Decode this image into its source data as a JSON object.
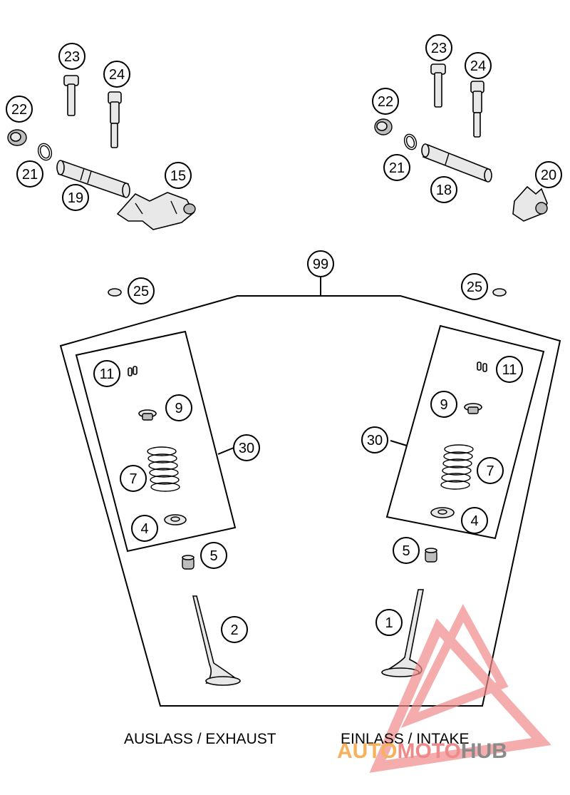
{
  "callouts": {
    "c23a": "23",
    "c24a": "24",
    "c22a": "22",
    "c21a": "21",
    "c19": "19",
    "c15": "15",
    "c23b": "23",
    "c24b": "24",
    "c22b": "22",
    "c21b": "21",
    "c18": "18",
    "c20": "20",
    "c99": "99",
    "c25a": "25",
    "c25b": "25",
    "c11a": "11",
    "c9a": "9",
    "c30a": "30",
    "c7a": "7",
    "c4a": "4",
    "c5a": "5",
    "c2": "2",
    "c11b": "11",
    "c9b": "9",
    "c30b": "30",
    "c7b": "7",
    "c4b": "4",
    "c5b": "5",
    "c1": "1"
  },
  "captions": {
    "exhaust": "AUSLASS / EXHAUST",
    "intake": "EINLASS / INTAKE"
  },
  "watermark": {
    "part1": "AUTO",
    "part2": "MOTO",
    "part3": "HUB",
    "color1": "#f7b15a",
    "color2": "#f08a8a",
    "color3": "#8a8a8a"
  }
}
